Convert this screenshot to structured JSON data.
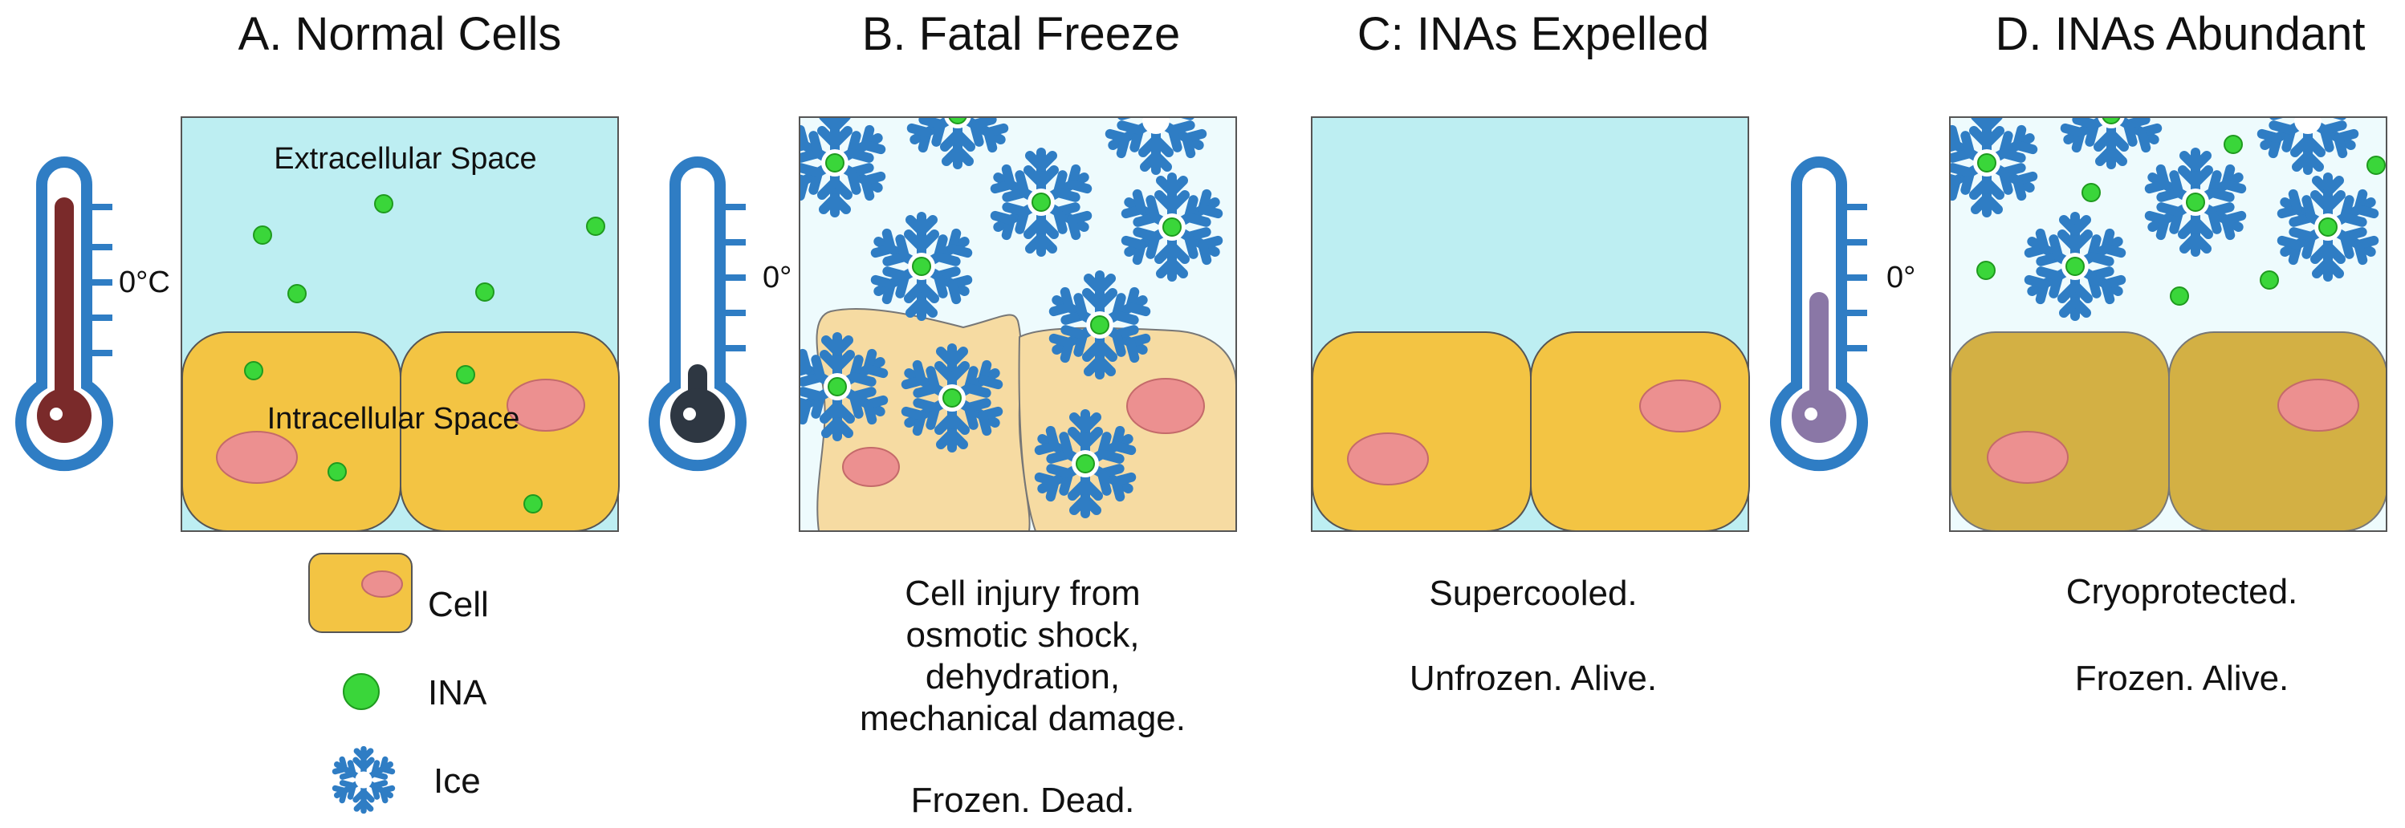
{
  "panels": [
    {
      "title": "A. Normal Cells",
      "extracellular_label": "Extracellular Space",
      "intracellular_label": "Intracellular Space",
      "temperature_label": "0°C",
      "thermometer_fill": "#7a2a2a"
    },
    {
      "title": "B. Fatal Freeze",
      "temperature_label": "0°",
      "thermometer_fill": "#2e3742",
      "caption_lines": [
        "Cell injury from",
        "osmotic shock,",
        "dehydration,",
        "mechanical damage."
      ],
      "status": "Frozen. Dead."
    },
    {
      "title": "C: INAs Expelled",
      "caption_lines": [
        "Supercooled."
      ],
      "status": "Unfrozen. Alive."
    },
    {
      "title": "D. INAs Abundant",
      "temperature_label": "0°",
      "thermometer_fill": "#8a77a6",
      "caption_lines": [
        "Cryoprotected."
      ],
      "status": "Frozen. Alive."
    }
  ],
  "legend": {
    "cell": "Cell",
    "ina": "INA",
    "ice": "Ice"
  },
  "colors": {
    "extracellular": "#bdeef2",
    "frozen_extracellular": "#eefbfd",
    "cell": "#f3c443",
    "damaged_cell": "#f6dba2",
    "protected_cell": "#d3b044",
    "nucleus": "#ec9090",
    "ina": "#3ad63a",
    "ice": "#2f7dc4",
    "thermometer": "#2f7dc4"
  }
}
